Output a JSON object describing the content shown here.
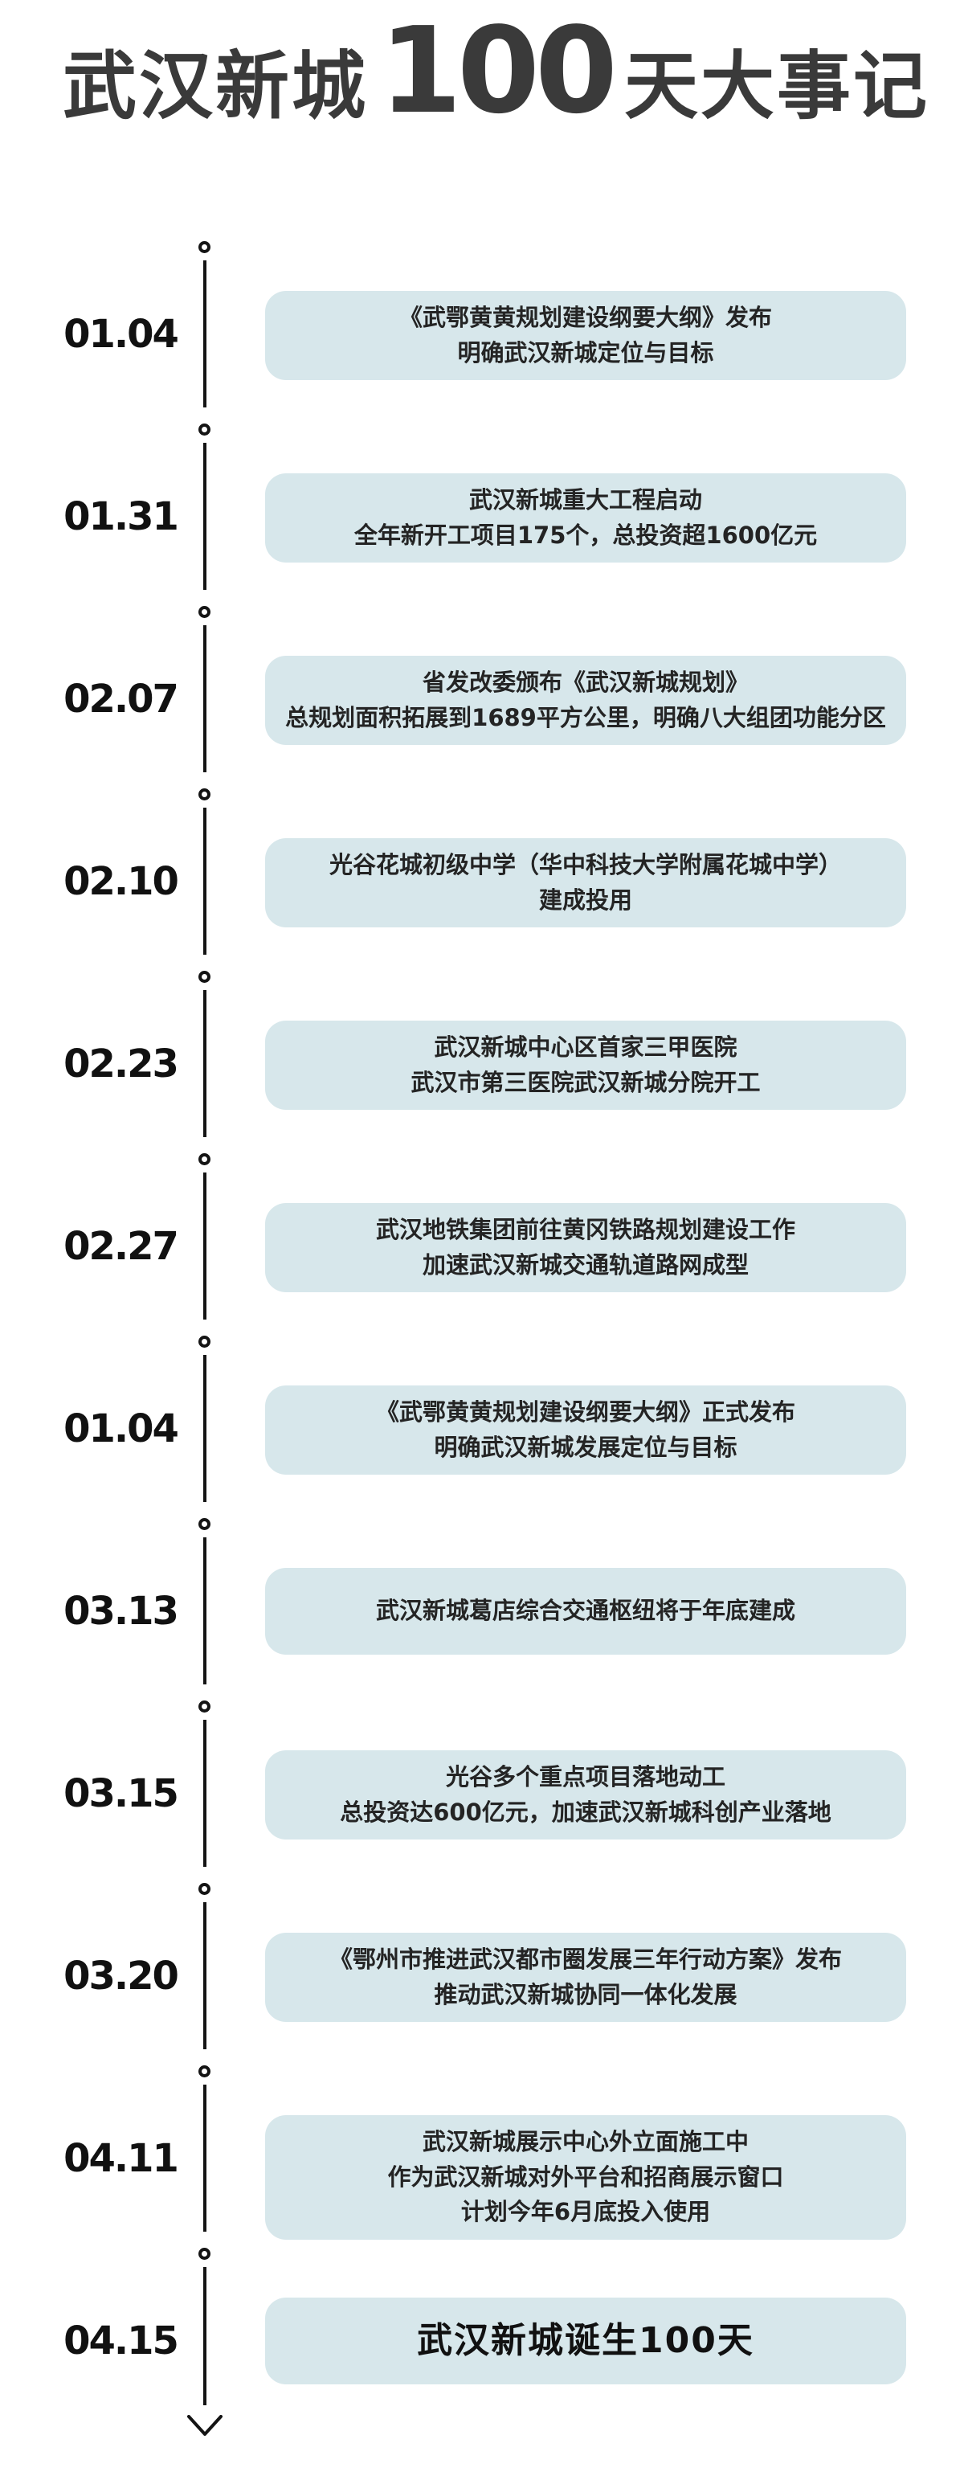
{
  "page": {
    "background": "#ffffff"
  },
  "header": {
    "title_prefix": "武汉新城",
    "title_number": "100",
    "title_suffix": "天大事记",
    "title_color": "#3a3a3a"
  },
  "timeline": {
    "accent_color": "#141414",
    "bubble_color": "#d7e7eb",
    "events": [
      {
        "date": "01.04",
        "text": "《武鄂黄黄规划建设纲要大纲》发布\n明确武汉新城定位与目标"
      },
      {
        "date": "01.31",
        "text": "武汉新城重大工程启动\n全年新开工项目175个，总投资超1600亿元"
      },
      {
        "date": "02.07",
        "text": "省发改委颁布《武汉新城规划》\n总规划面积拓展到1689平方公里，明确八大组团功能分区"
      },
      {
        "date": "02.10",
        "text": "光谷花城初级中学（华中科技大学附属花城中学）\n建成投用"
      },
      {
        "date": "02.23",
        "text": "武汉新城中心区首家三甲医院\n武汉市第三医院武汉新城分院开工"
      },
      {
        "date": "02.27",
        "text": "武汉地铁集团前往黄冈铁路规划建设工作\n加速武汉新城交通轨道路网成型"
      },
      {
        "date": "01.04",
        "text": "《武鄂黄黄规划建设纲要大纲》正式发布\n明确武汉新城发展定位与目标"
      },
      {
        "date": "03.13",
        "text": "武汉新城葛店综合交通枢纽将于年底建成"
      },
      {
        "date": "03.15",
        "text": "光谷多个重点项目落地动工\n总投资达600亿元，加速武汉新城科创产业落地"
      },
      {
        "date": "03.20",
        "text": "《鄂州市推进武汉都市圈发展三年行动方案》发布\n推动武汉新城协同一体化发展"
      },
      {
        "date": "04.11",
        "text": "武汉新城展示中心外立面施工中\n作为武汉新城对外平台和招商展示窗口\n计划今年6月底投入使用"
      },
      {
        "date": "04.15",
        "text": "武汉新城诞生100天"
      }
    ]
  }
}
